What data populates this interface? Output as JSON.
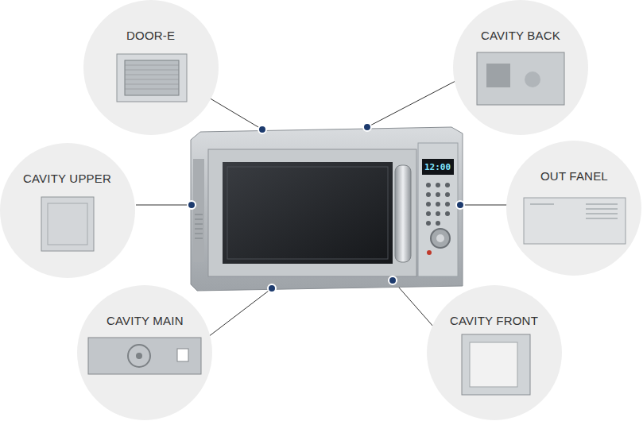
{
  "diagram": {
    "nodes": [
      {
        "text": [
          "DOOR-E"
        ]
      },
      {
        "text": [
          "CAVITY BACK"
        ]
      },
      {
        "text": [
          "CAVITY UPPER"
        ]
      },
      {
        "text": [
          "OUT FANEL"
        ]
      },
      {
        "text": [
          "CAVITY MAIN"
        ]
      },
      {
        "text": [
          "CAVITY FRONT"
        ]
      }
    ],
    "labels": [
      "12:00"
    ]
  }
}
